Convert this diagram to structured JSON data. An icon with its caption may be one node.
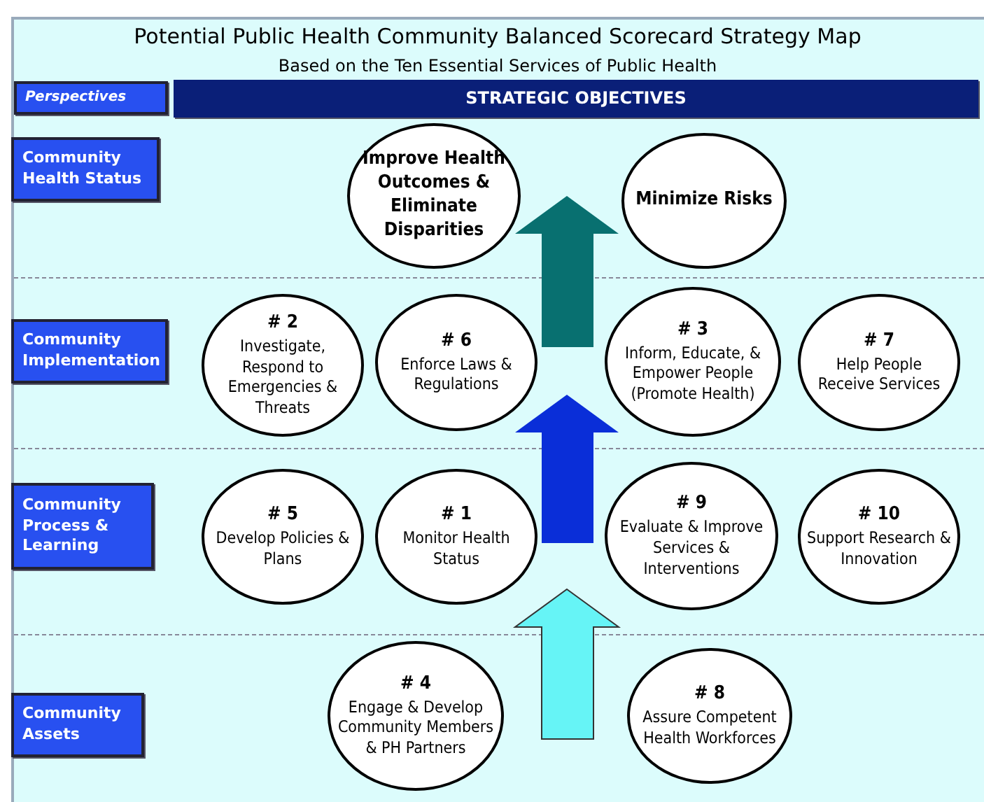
{
  "diagram": {
    "title": "Potential Public Health Community Balanced Scorecard Strategy Map",
    "labels": [
      "Based on the Ten Essential Services of Public Health"
    ],
    "nodes": [
      {
        "text": [
          "Perspectives"
        ]
      },
      {
        "text": [
          "STRATEGIC OBJECTIVES"
        ]
      },
      {
        "text": [
          "Community Health Status"
        ]
      },
      {
        "text": [
          "Improve Health Outcomes & Eliminate Disparities"
        ]
      },
      {
        "text": [
          "Minimize Risks"
        ]
      },
      {
        "text": [
          "Community Implementation"
        ]
      },
      {
        "text": [
          "# 2",
          "Investigate, Respond to Emergencies & Threats"
        ]
      },
      {
        "text": [
          "# 6",
          "Enforce Laws & Regulations"
        ]
      },
      {
        "text": [
          "# 3",
          "Inform, Educate, & Empower People (Promote Health)"
        ]
      },
      {
        "text": [
          "# 7",
          "Help People Receive Services"
        ]
      },
      {
        "text": [
          "Community Process & Learning"
        ]
      },
      {
        "text": [
          "# 5",
          "Develop Policies & Plans"
        ]
      },
      {
        "text": [
          "# 1",
          "Monitor Health Status"
        ]
      },
      {
        "text": [
          "# 9",
          "Evaluate & Improve Services & Interventions"
        ]
      },
      {
        "text": [
          "# 10",
          "Support Research & Innovation"
        ]
      },
      {
        "text": [
          "Community Assets"
        ]
      },
      {
        "text": [
          "# 4",
          "Engage & Develop Community Members & PH Partners"
        ]
      },
      {
        "text": [
          "# 8",
          "Assure Competent Health Workforces"
        ]
      }
    ],
    "edges": [
      {
        "from": null,
        "to": 3,
        "arrow": "to",
        "color": "#087070"
      },
      {
        "from": null,
        "to": 7,
        "arrow": "to",
        "color": "#0a2ed8"
      },
      {
        "from": null,
        "to": 12,
        "arrow": "to",
        "color": "#66f4f6"
      }
    ]
  }
}
